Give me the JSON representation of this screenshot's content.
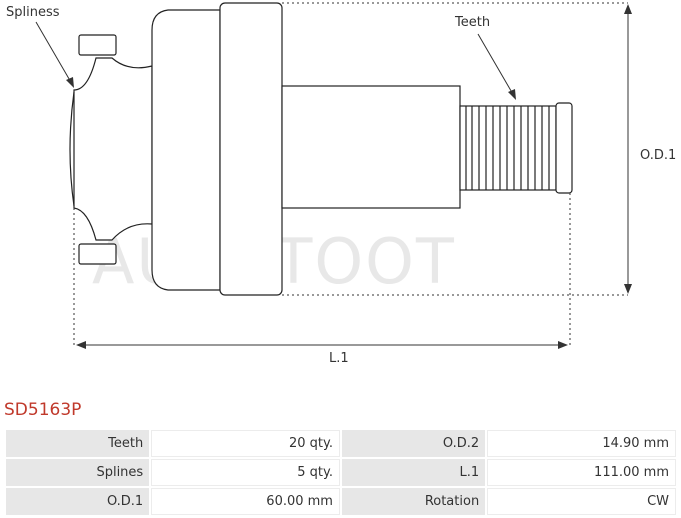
{
  "labels": {
    "splines_callout": "Spliness",
    "teeth_callout": "Teeth",
    "od1_dim": "O.D.1",
    "l1_dim": "L.1",
    "watermark": "AUTOTOOT"
  },
  "part_number": "SD5163P",
  "specs": [
    [
      {
        "label": "Teeth",
        "value": "20 qty."
      },
      {
        "label": "O.D.2",
        "value": "14.90 mm"
      }
    ],
    [
      {
        "label": "Splines",
        "value": "5 qty."
      },
      {
        "label": "L.1",
        "value": "111.00 mm"
      }
    ],
    [
      {
        "label": "O.D.1",
        "value": "60.00 mm"
      },
      {
        "label": "Rotation",
        "value": "CW"
      }
    ]
  ]
}
